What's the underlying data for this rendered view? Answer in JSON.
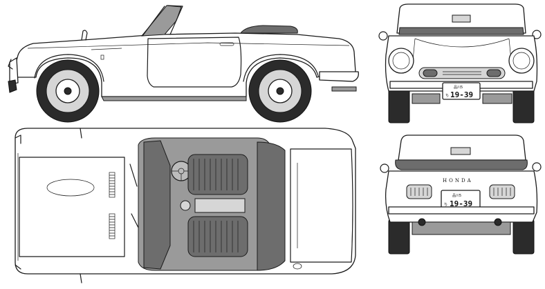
{
  "views": {
    "side": {},
    "top": {},
    "front": {
      "plate": {
        "region": "品川5",
        "hiragana": "ち",
        "number": "19-39"
      }
    },
    "rear": {
      "badge": "HONDA",
      "plate": {
        "region": "品川5",
        "hiragana": "ち",
        "number": "19-39"
      }
    }
  },
  "colors": {
    "line": "#1a1a1a",
    "shade": "#9a9a9a",
    "tire": "#2b2b2b",
    "background": "#ffffff"
  },
  "icons": [
    "steering-wheel-icon",
    "seat-icon",
    "wheel-icon",
    "headlight-icon",
    "license-plate-icon"
  ]
}
